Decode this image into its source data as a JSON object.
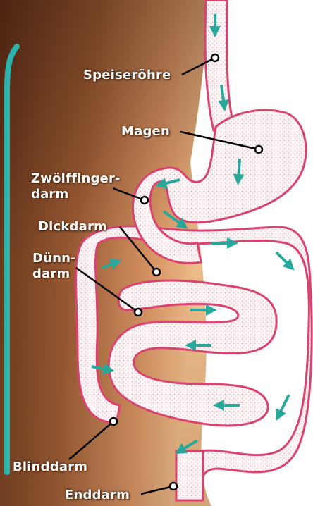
{
  "colors": {
    "skin_dark": "#5a2d17",
    "skin_mid": "#a6653a",
    "skin_light": "#e8ad78",
    "bracket_accent": "#2bb3ac",
    "organ_fill": "#fbf3f4",
    "organ_outline": "#d9436f",
    "flow_arrow": "#2aa79b",
    "leader_line": "#000000",
    "label_text": "#ffffff"
  },
  "labels": {
    "speiseroehre": "Speiseröhre",
    "magen": "Magen",
    "zwoelffingerdarm": "Zwölffinger-\ndarm",
    "dickdarm": "Dickdarm",
    "duenndarm": "Dünn-\ndarm",
    "blinddarm": "Blinddarm",
    "enddarm": "Enddarm"
  },
  "icons": {
    "bracket": "teal-bracket-icon",
    "arrows": "flow-arrow-icon"
  }
}
